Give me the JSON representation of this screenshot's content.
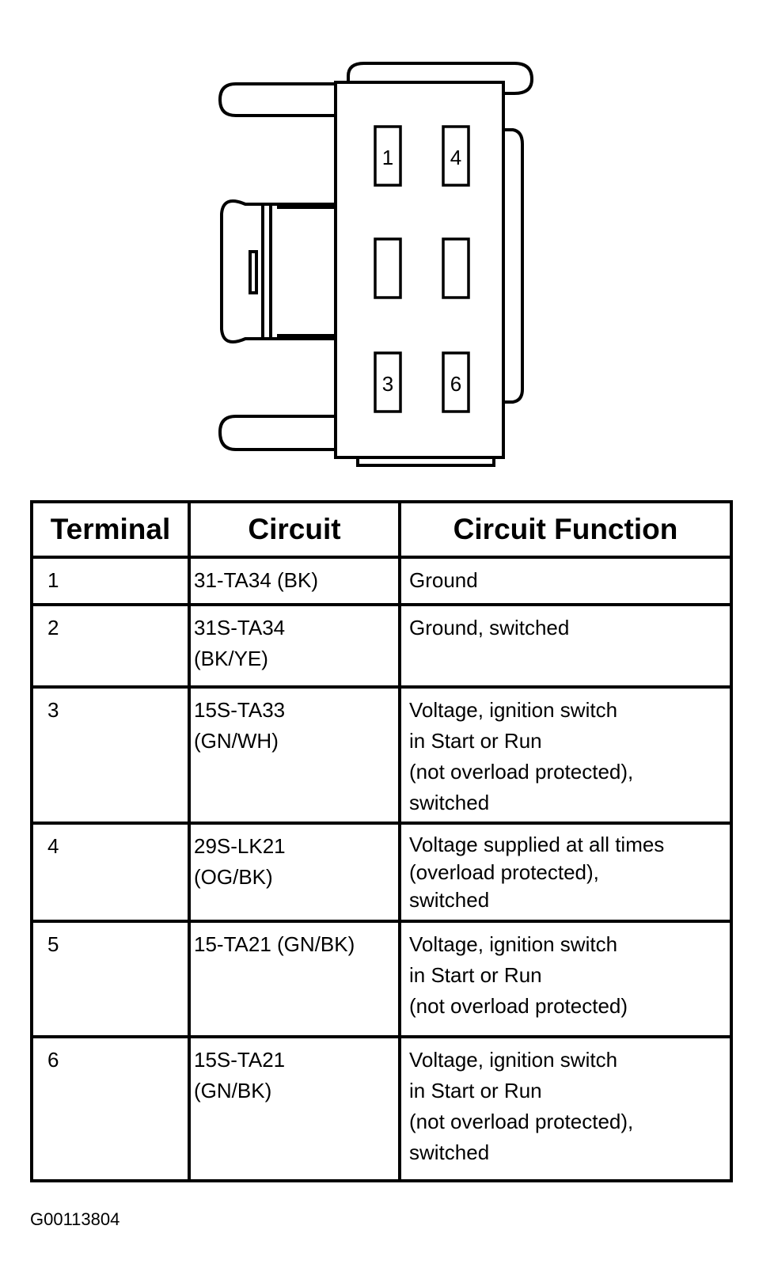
{
  "connector": {
    "pin_labels": [
      {
        "position": "top-left",
        "label": "1"
      },
      {
        "position": "top-right",
        "label": "4"
      },
      {
        "position": "middle-left",
        "label": ""
      },
      {
        "position": "middle-right",
        "label": ""
      },
      {
        "position": "bottom-left",
        "label": "3"
      },
      {
        "position": "bottom-right",
        "label": "6"
      }
    ]
  },
  "table": {
    "headers": [
      "Terminal",
      "Circuit",
      "Circuit Function"
    ],
    "rows": [
      {
        "terminal": "1",
        "circuit": [
          "31-TA34 (BK)"
        ],
        "function": [
          "Ground"
        ]
      },
      {
        "terminal": "2",
        "circuit": [
          "31S-TA34",
          "(BK/YE)"
        ],
        "function": [
          "Ground, switched"
        ]
      },
      {
        "terminal": "3",
        "circuit": [
          "15S-TA33",
          "(GN/WH)"
        ],
        "function": [
          "Voltage, ignition switch",
          "in Start or Run",
          "(not overload protected),",
          "switched"
        ]
      },
      {
        "terminal": "4",
        "circuit": [
          "29S-LK21",
          "(OG/BK)"
        ],
        "function": [
          "Voltage supplied at all times",
          "(overload protected),",
          "switched"
        ]
      },
      {
        "terminal": "5",
        "circuit": [
          "15-TA21 (GN/BK)"
        ],
        "function": [
          "Voltage, ignition switch",
          "in Start or Run",
          "(not overload protected)"
        ]
      },
      {
        "terminal": "6",
        "circuit": [
          "15S-TA21",
          "(GN/BK)"
        ],
        "function": [
          "Voltage, ignition switch",
          "in Start or Run",
          "(not overload protected),",
          "switched"
        ]
      }
    ]
  },
  "figure_id": "G00113804"
}
